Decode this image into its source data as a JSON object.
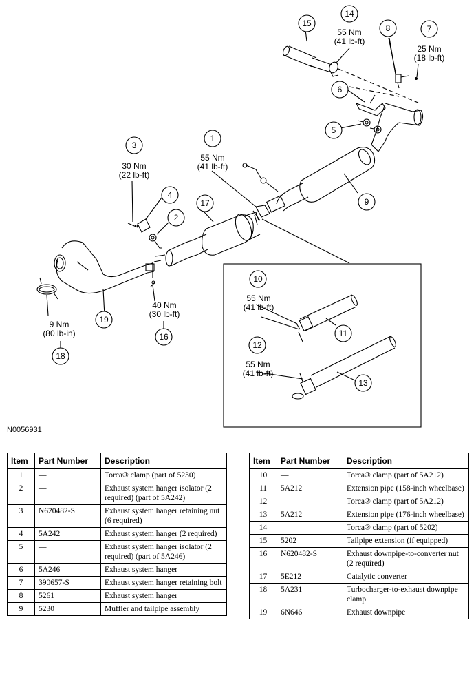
{
  "figure_id": "N0056931",
  "callouts": {
    "c1": "1",
    "c2": "2",
    "c3": "3",
    "c4": "4",
    "c5": "5",
    "c6": "6",
    "c7": "7",
    "c8": "8",
    "c9": "9",
    "c10": "10",
    "c11": "11",
    "c12": "12",
    "c13": "13",
    "c14": "14",
    "c15": "15",
    "c16": "16",
    "c17": "17",
    "c18": "18",
    "c19": "19"
  },
  "torques": {
    "t1": [
      "55 Nm",
      "(41 lb-ft)"
    ],
    "t3": [
      "30 Nm",
      "(22 lb-ft)"
    ],
    "t7": [
      "25 Nm",
      "(18 lb-ft)"
    ],
    "t10": [
      "55 Nm",
      "(41 lb-ft)"
    ],
    "t12": [
      "55 Nm",
      "(41 lb-ft)"
    ],
    "t14": [
      "55 Nm",
      "(41 lb-ft)"
    ],
    "t16": [
      "40 Nm",
      "(30 lb-ft)"
    ],
    "t18": [
      "9 Nm",
      "(80 lb-in)"
    ]
  },
  "table_headers": {
    "item": "Item",
    "part_number": "Part Number",
    "description": "Description"
  },
  "parts_left": [
    {
      "item": "1",
      "part": "—",
      "desc": "Torca® clamp (part of 5230)"
    },
    {
      "item": "2",
      "part": "—",
      "desc": "Exhaust system hanger isolator (2 required) (part of 5A242)"
    },
    {
      "item": "3",
      "part": "N620482-S",
      "desc": "Exhaust system hanger retaining nut (6 required)"
    },
    {
      "item": "4",
      "part": "5A242",
      "desc": "Exhaust system hanger (2 required)"
    },
    {
      "item": "5",
      "part": "—",
      "desc": "Exhaust system hanger isolator (2 required) (part of 5A246)"
    },
    {
      "item": "6",
      "part": "5A246",
      "desc": "Exhaust system hanger"
    },
    {
      "item": "7",
      "part": "390657-S",
      "desc": "Exhaust system hanger retaining bolt"
    },
    {
      "item": "8",
      "part": "5261",
      "desc": "Exhaust system hanger"
    },
    {
      "item": "9",
      "part": "5230",
      "desc": "Muffler and tailpipe assembly"
    }
  ],
  "parts_right": [
    {
      "item": "10",
      "part": "—",
      "desc": "Torca® clamp (part of 5A212)"
    },
    {
      "item": "11",
      "part": "5A212",
      "desc": "Extension pipe (158-inch wheelbase)"
    },
    {
      "item": "12",
      "part": "—",
      "desc": "Torca® clamp (part of 5A212)"
    },
    {
      "item": "13",
      "part": "5A212",
      "desc": "Extension pipe (176-inch wheelbase)"
    },
    {
      "item": "14",
      "part": "—",
      "desc": "Torca® clamp (part of 5202)"
    },
    {
      "item": "15",
      "part": "5202",
      "desc": "Tailpipe extension (if equipped)"
    },
    {
      "item": "16",
      "part": "N620482-S",
      "desc": "Exhaust downpipe-to-converter nut (2 required)"
    },
    {
      "item": "17",
      "part": "5E212",
      "desc": "Catalytic converter"
    },
    {
      "item": "18",
      "part": "5A231",
      "desc": "Turbocharger-to-exhaust downpipe clamp"
    },
    {
      "item": "19",
      "part": "6N646",
      "desc": "Exhaust downpipe"
    }
  ]
}
